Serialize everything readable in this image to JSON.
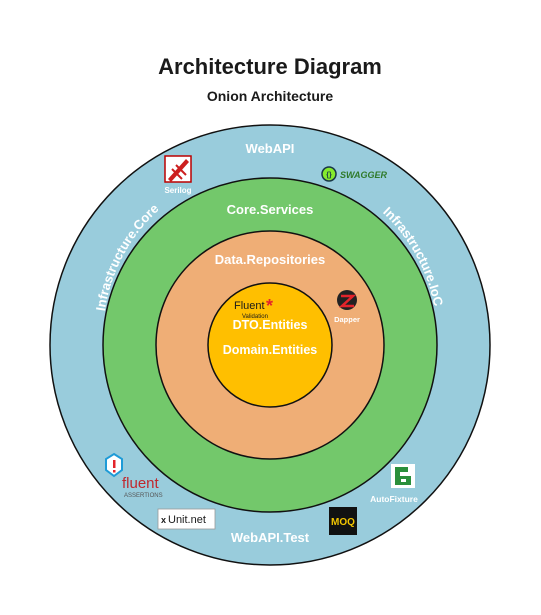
{
  "title": "Architecture Diagram",
  "subtitle": "Onion Architecture",
  "rings": {
    "outer": {
      "top_label": "WebAPI",
      "left_label": "Infrastructure.Core",
      "right_label": "Infrastructure.IoC",
      "bottom_label": "WebAPI.Test",
      "color": "#99CCDC"
    },
    "services": {
      "label": "Core.Services",
      "color": "#73C86B"
    },
    "repositories": {
      "label": "Data.Repositories",
      "color": "#EFAE76"
    },
    "core": {
      "label_dto": "DTO.Entities",
      "label_domain": "Domain.Entities",
      "color": "#FFBF00"
    }
  },
  "logos": {
    "serilog": {
      "label": "Serilog",
      "icon": "serilog-icon"
    },
    "swagger": {
      "label": "SWAGGER",
      "icon": "swagger-icon"
    },
    "fluent_validation": {
      "label": "Fluent",
      "sublabel": "Validation",
      "mark": "*",
      "icon": "asterisk-icon"
    },
    "dapper": {
      "label": "Dapper",
      "icon": "dapper-icon"
    },
    "fluent_assertions": {
      "label": "fluent",
      "sublabel": "ASSERTIONS",
      "icon": "exclamation-icon"
    },
    "xunit": {
      "label": "Unit.net",
      "mark": "x",
      "icon": "xunit-icon"
    },
    "moq": {
      "label": "MOQ",
      "icon": "moq-icon"
    },
    "autofixture": {
      "label": "AutoFixture",
      "icon": "autofixture-icon"
    }
  }
}
